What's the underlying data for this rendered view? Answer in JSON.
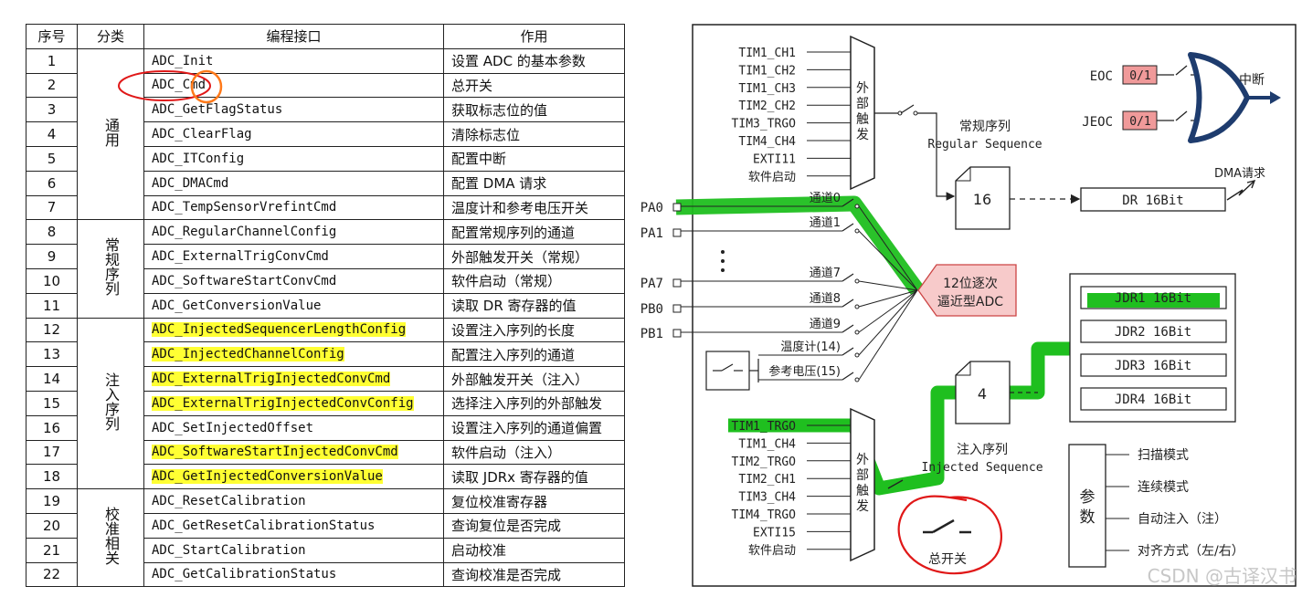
{
  "table": {
    "headers": [
      "序号",
      "分类",
      "编程接口",
      "作用"
    ],
    "categories": [
      "通用",
      "常规序列",
      "注入序列",
      "校准相关"
    ],
    "rows": [
      {
        "no": "1",
        "api": "ADC_Init",
        "use": "设置 ADC 的基本参数",
        "hl": false
      },
      {
        "no": "2",
        "api": "ADC_Cmd",
        "use": "总开关",
        "hl": false
      },
      {
        "no": "3",
        "api": "ADC_GetFlagStatus",
        "use": "获取标志位的值",
        "hl": false
      },
      {
        "no": "4",
        "api": "ADC_ClearFlag",
        "use": "清除标志位",
        "hl": false
      },
      {
        "no": "5",
        "api": "ADC_ITConfig",
        "use": "配置中断",
        "hl": false
      },
      {
        "no": "6",
        "api": "ADC_DMACmd",
        "use": "配置 DMA 请求",
        "hl": false
      },
      {
        "no": "7",
        "api": "ADC_TempSensorVrefintCmd",
        "use": "温度计和参考电压开关",
        "hl": false
      },
      {
        "no": "8",
        "api": "ADC_RegularChannelConfig",
        "use": "配置常规序列的通道",
        "hl": false
      },
      {
        "no": "9",
        "api": "ADC_ExternalTrigConvCmd",
        "use": "外部触发开关（常规）",
        "hl": false
      },
      {
        "no": "10",
        "api": "ADC_SoftwareStartConvCmd",
        "use": "软件启动（常规）",
        "hl": false
      },
      {
        "no": "11",
        "api": "ADC_GetConversionValue",
        "use": "读取 DR 寄存器的值",
        "hl": false
      },
      {
        "no": "12",
        "api": "ADC_InjectedSequencerLengthConfig",
        "use": "设置注入序列的长度",
        "hl": true
      },
      {
        "no": "13",
        "api": "ADC_InjectedChannelConfig",
        "use": "配置注入序列的通道",
        "hl": true
      },
      {
        "no": "14",
        "api": "ADC_ExternalTrigInjectedConvCmd",
        "use": "外部触发开关（注入）",
        "hl": true
      },
      {
        "no": "15",
        "api": "ADC_ExternalTrigInjectedConvConfig",
        "use": "选择注入序列的外部触发",
        "hl": true
      },
      {
        "no": "16",
        "api": "ADC_SetInjectedOffset",
        "use": "设置注入序列的通道偏置",
        "hl": false
      },
      {
        "no": "17",
        "api": "ADC_SoftwareStartInjectedConvCmd",
        "use": "软件启动（注入）",
        "hl": true
      },
      {
        "no": "18",
        "api": "ADC_GetInjectedConversionValue",
        "use": "读取 JDRx 寄存器的值",
        "hl": true
      },
      {
        "no": "19",
        "api": "ADC_ResetCalibration",
        "use": "复位校准寄存器",
        "hl": false
      },
      {
        "no": "20",
        "api": "ADC_GetResetCalibrationStatus",
        "use": "查询复位是否完成",
        "hl": false
      },
      {
        "no": "21",
        "api": "ADC_StartCalibration",
        "use": "启动校准",
        "hl": false
      },
      {
        "no": "22",
        "api": "ADC_GetCalibrationStatus",
        "use": "查询校准是否完成",
        "hl": false
      }
    ]
  },
  "diagram": {
    "regular_triggers": [
      "TIM1_CH1",
      "TIM1_CH2",
      "TIM1_CH3",
      "TIM2_CH2",
      "TIM3_TRGO",
      "TIM4_CH4",
      "EXTI11",
      "软件启动"
    ],
    "injected_triggers": [
      "TIM1_TRGO",
      "TIM1_CH4",
      "TIM2_TRGO",
      "TIM2_CH1",
      "TIM3_CH4",
      "TIM4_TRGO",
      "EXTI15",
      "软件启动"
    ],
    "ext_trigger_label": "外部触发",
    "regular_seq_cn": "常规序列",
    "regular_seq_en": "Regular Sequence",
    "injected_seq_cn": "注入序列",
    "injected_seq_en": "Injected Sequence",
    "regular_count": "16",
    "injected_count": "4",
    "eoc": "EOC",
    "jeoc": "JEOC",
    "flag_value": "0/1",
    "interrupt": "中断",
    "dma_request": "DMA请求",
    "dr": "DR 16Bit",
    "jdr": [
      "JDR1 16Bit",
      "JDR2 16Bit",
      "JDR3 16Bit",
      "JDR4 16Bit"
    ],
    "pins": [
      "PA0",
      "PA1",
      "PA7",
      "PB0",
      "PB1"
    ],
    "channels": [
      "通道0",
      "通道1",
      "通道7",
      "通道8",
      "通道9",
      "温度计(14)",
      "参考电压(15)"
    ],
    "adc_label_1": "12位逐次",
    "adc_label_2": "逼近型ADC",
    "main_switch": "总开关",
    "params_title_1": "参",
    "params_title_2": "数",
    "params": [
      "扫描模式",
      "连续模式",
      "自动注入（注）",
      "对齐方式（左/右）"
    ]
  },
  "watermark": "CSDN @古译汉书",
  "colors": {
    "highlight": "#ffff33",
    "green": "#1fbf1f",
    "red_circle": "#e01818",
    "orange_circle": "#ff7a1a",
    "adc_fill": "#f7caca",
    "flag_fill": "#f09a9a",
    "arrow": "#1e3c6e"
  }
}
